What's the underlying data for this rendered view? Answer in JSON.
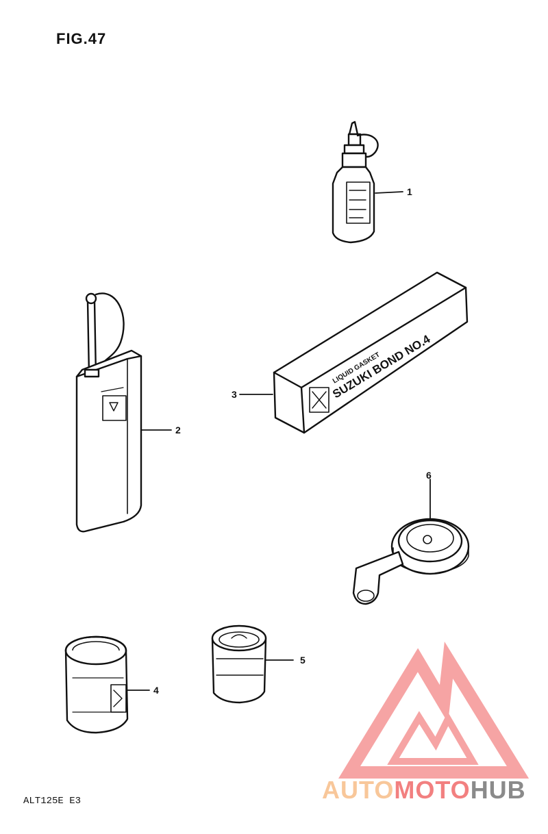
{
  "figure": {
    "title": "FIG.47",
    "model_code": "ALT125E  E3"
  },
  "callouts": [
    {
      "id": "1",
      "label": "1"
    },
    {
      "id": "2",
      "label": "2"
    },
    {
      "id": "3",
      "label": "3"
    },
    {
      "id": "4",
      "label": "4"
    },
    {
      "id": "5",
      "label": "5"
    },
    {
      "id": "6",
      "label": "6"
    }
  ],
  "parts": {
    "bond_box": {
      "line1": "LIQUID GASKET",
      "brand": "SUZUKI BOND NO.4"
    }
  },
  "watermark": {
    "part1": "AUTO",
    "part2": "MOTO",
    "part3": "HUB"
  },
  "colors": {
    "ink": "#111111",
    "wm_orange": "#f8c79a",
    "wm_red": "#f28080",
    "wm_gray": "#8a8a8a"
  }
}
